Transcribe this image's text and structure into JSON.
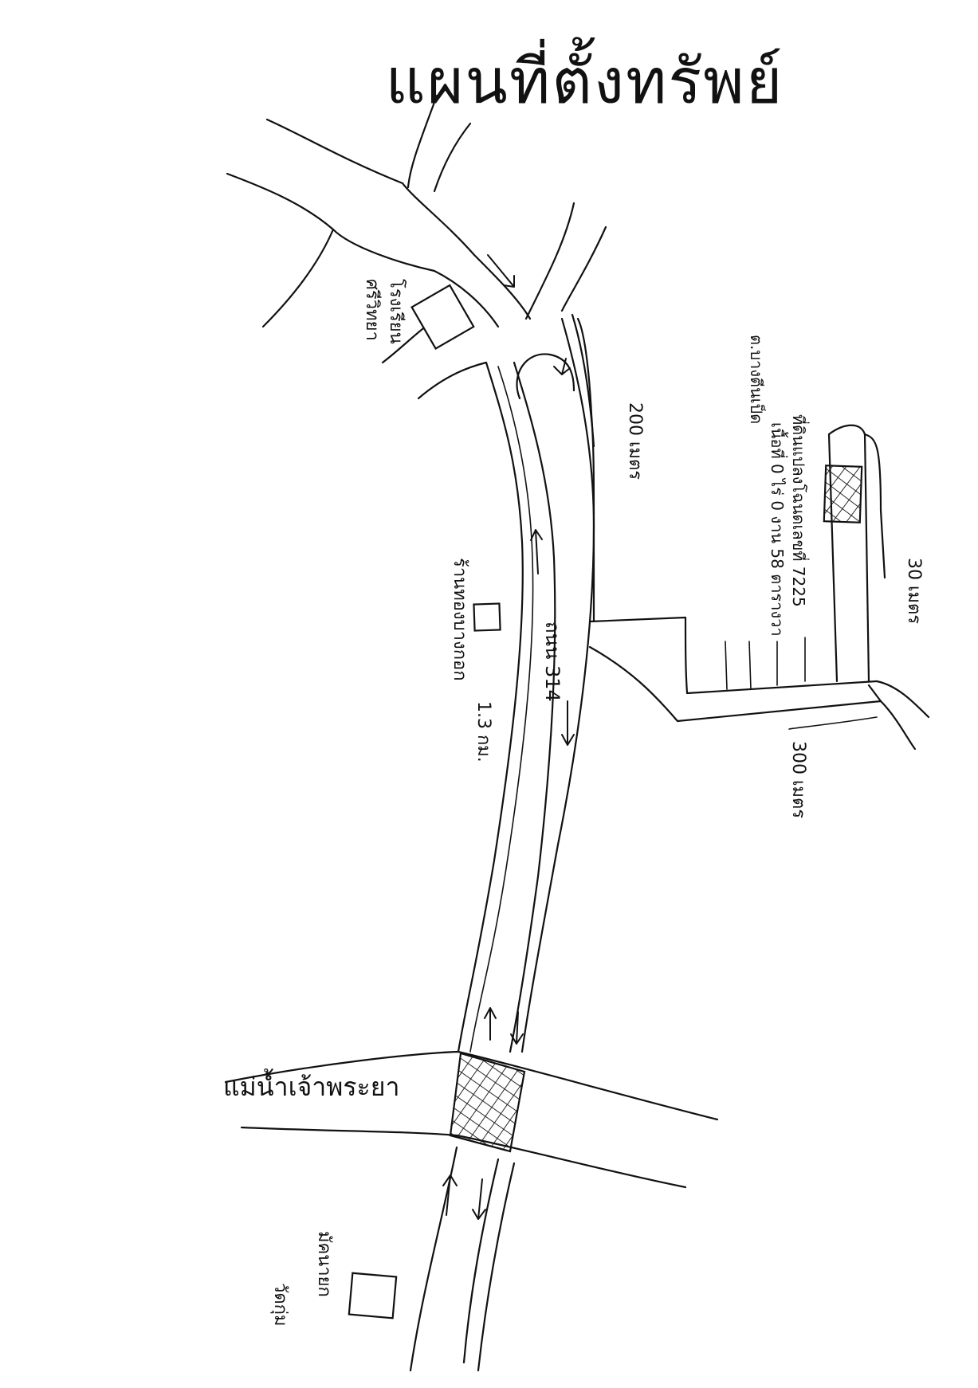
{
  "map": {
    "title": "แผนที่ตั้งทรัพย์",
    "road_label": "ถนน 314",
    "river_label": "แม่น้ำเจ้าพระยา",
    "labels": {
      "school": "โรงเรียน",
      "school_sub": "ศรีวิทยา",
      "shop": "ร้านทองบางกอก",
      "shop_sub": "1.3 กม.",
      "temple_top": "วัดกุ่ม",
      "temple_sub": "มัคนายก",
      "lane_far_200": "200 เมตร",
      "lane_side_30": "30 เมตร",
      "lane_300": "300 เมตร",
      "property_line1": "ที่ดินแปลงโฉนดเลขที่ 7225",
      "property_line2": "เนื้อที่ 0 ไร่ 0 งาน 58 ตารางวา",
      "property_line3": "ต.บางตีนเป็ด"
    }
  }
}
